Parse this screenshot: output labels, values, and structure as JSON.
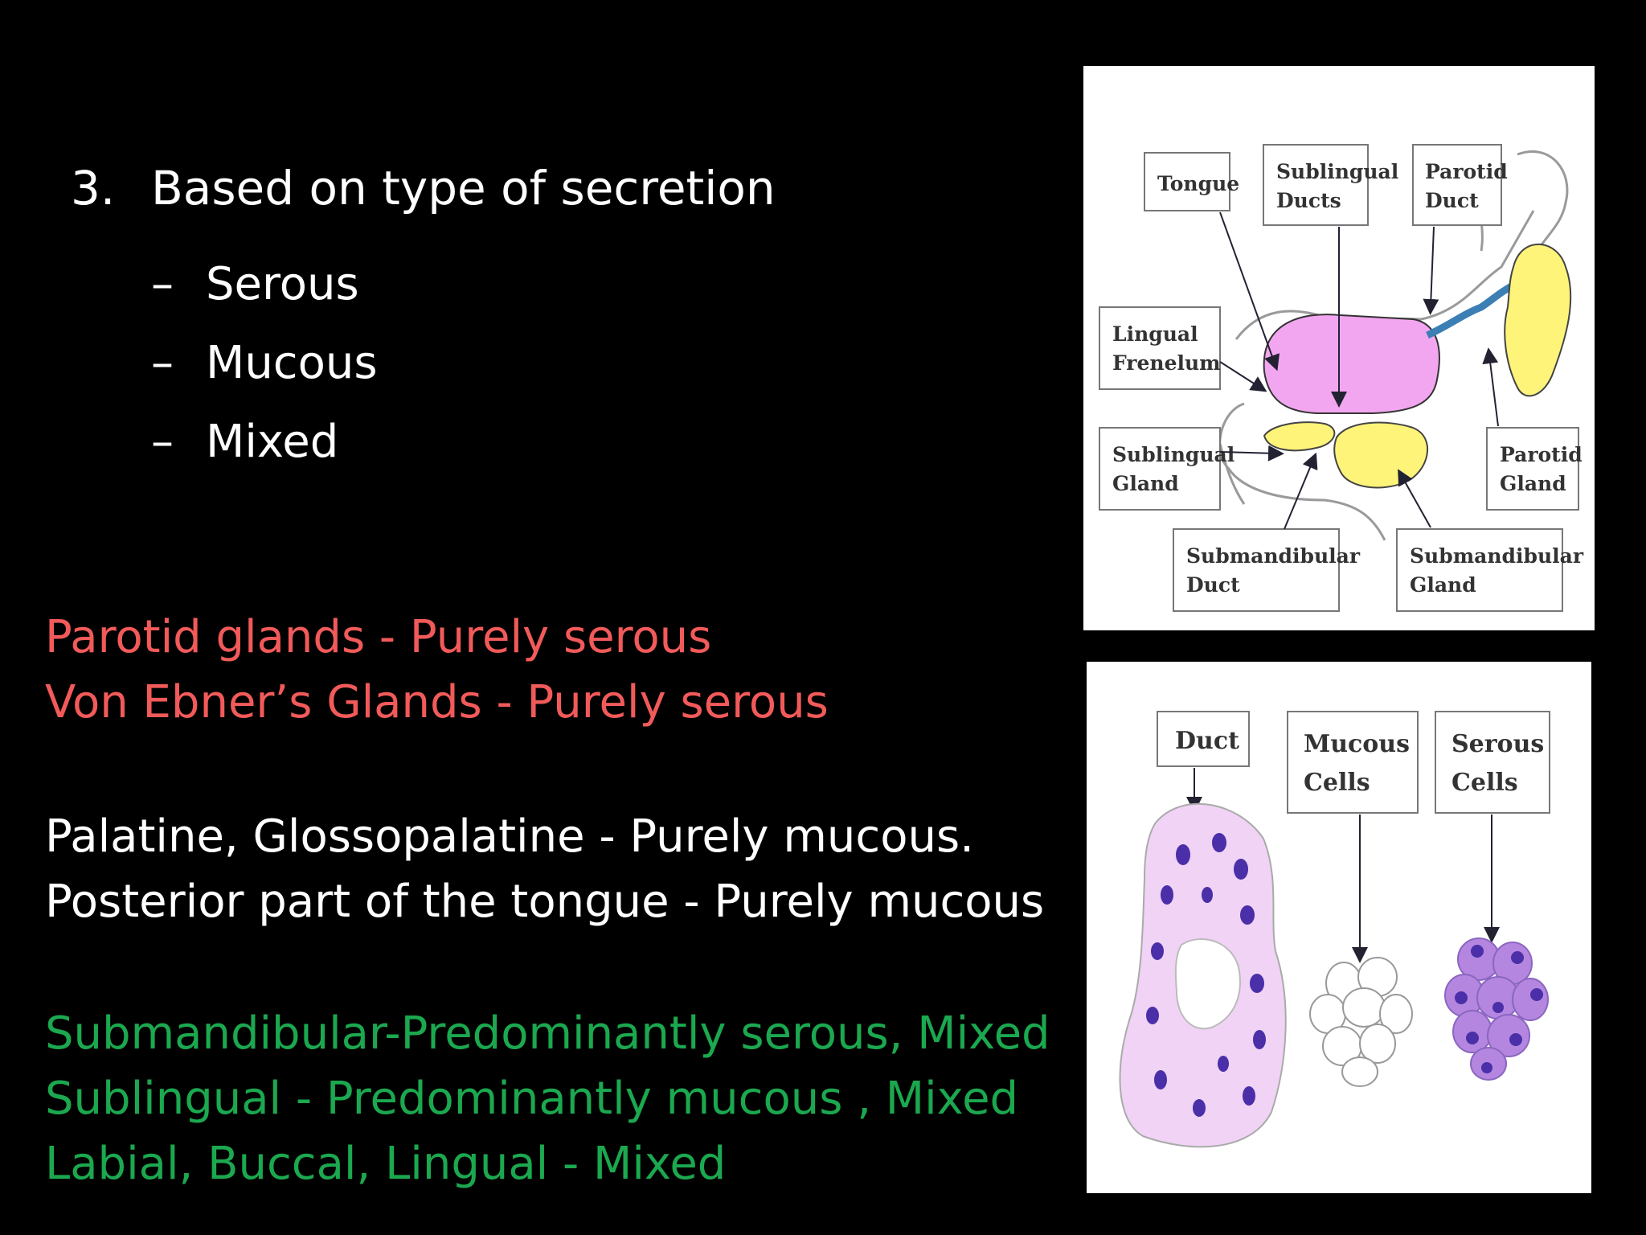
{
  "heading": {
    "number": "3.",
    "text": "Based on type of secretion"
  },
  "bullets": [
    {
      "dash": "–",
      "text": "Serous"
    },
    {
      "dash": "–",
      "text": "Mucous"
    },
    {
      "dash": "–",
      "text": "Mixed"
    }
  ],
  "groups": [
    {
      "color": "#f25a5a",
      "lines": [
        "Parotid glands - Purely serous",
        "Von Ebner’s Glands - Purely serous"
      ]
    },
    {
      "color": "#ffffff",
      "lines": [
        "Palatine, Glossopalatine -  Purely mucous.",
        "Posterior part of the tongue - Purely mucous"
      ]
    },
    {
      "color": "#1ba84f",
      "lines": [
        "Submandibular-Predominantly serous, Mixed",
        "Sublingual  - Predominantly mucous , Mixed",
        "Labial, Buccal, Lingual - Mixed"
      ]
    }
  ],
  "diagram_glands": {
    "labels": {
      "tongue": "Tongue",
      "sublingual_ducts": [
        "Sublingual",
        "Ducts"
      ],
      "parotid_duct": [
        "Parotid",
        "Duct"
      ],
      "lingual_frenulum": [
        "Lingual",
        "Frenelum"
      ],
      "sublingual_gland": [
        "Sublingual",
        "Gland"
      ],
      "parotid_gland": [
        "Parotid",
        "Gland"
      ],
      "submandibular_duct": [
        "Submandibular",
        "Duct"
      ],
      "submandibular_gland": [
        "Submandibular",
        "Gland"
      ]
    },
    "colors": {
      "tongue": "#f3a6f0",
      "gland": "#fff47a",
      "duct": "#3c7fb5"
    }
  },
  "diagram_cells": {
    "labels": {
      "duct": "Duct",
      "mucous_cells": [
        "Mucous",
        "Cells"
      ],
      "serous_cells": [
        "Serous",
        "Cells"
      ]
    },
    "colors": {
      "duct_cell": "#f0d3f5",
      "nucleus": "#4a2fa8",
      "mucous": "#ffffff",
      "serous": "#b486e0"
    }
  }
}
